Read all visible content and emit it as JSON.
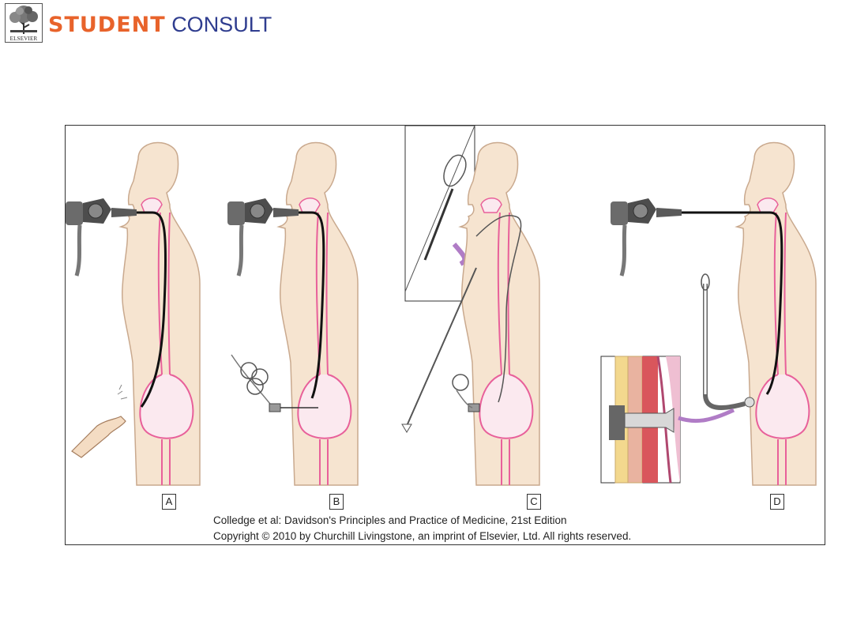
{
  "logo": {
    "publisher": "ELSEVIER",
    "brand_student": "STUDENT",
    "brand_consult": "CONSULT"
  },
  "figure": {
    "panels": [
      {
        "label": "A"
      },
      {
        "label": "B"
      },
      {
        "label": "C"
      },
      {
        "label": "D"
      }
    ],
    "caption_line1": "Colledge et al: Davidson's Principles and Practice of Medicine, 21st Edition",
    "caption_line2": "Copyright © 2010 by Churchill Livingstone, an imprint of Elsevier, Ltd. All rights reserved."
  },
  "colors": {
    "skin": "#f6e4d0",
    "outline": "#c9a98e",
    "lumen": "#e8609a",
    "scope": "#1a1a1a",
    "brand_orange": "#e8632b",
    "brand_blue": "#2f3d8f"
  }
}
